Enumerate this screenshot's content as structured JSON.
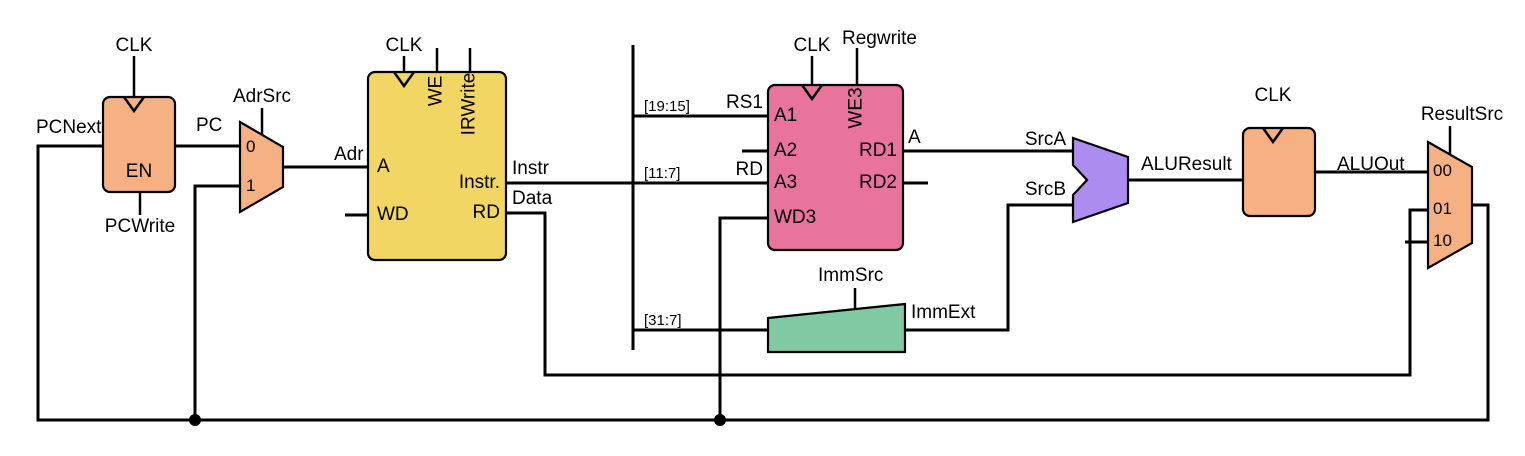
{
  "colors": {
    "register": "#f5b183",
    "memory": "#f2d664",
    "register_file": "#e8739f",
    "alu": "#ad8cf0",
    "extend": "#81c9a2",
    "wire": "#000000"
  },
  "blocks": {
    "pc_register": {
      "clk_label": "CLK",
      "en_label": "EN",
      "write_label": "PCWrite"
    },
    "adrsrc_mux": {
      "control_label": "AdrSrc",
      "input0": "0",
      "input1": "1"
    },
    "memory": {
      "clk_label": "CLK",
      "we_label": "WE",
      "irwrite_label": "IRWrite",
      "port_a": "A",
      "port_wd": "WD",
      "port_instr": "Instr.",
      "port_rd": "RD"
    },
    "register_file": {
      "clk_label": "CLK",
      "regwrite_label": "Regwrite",
      "we3_label": "WE3",
      "port_a1": "A1",
      "port_a2": "A2",
      "port_a3": "A3",
      "port_wd3": "WD3",
      "port_rd1": "RD1",
      "port_rd2": "RD2"
    },
    "extend_unit": {
      "control_label": "ImmSrc"
    },
    "aluout_register": {
      "clk_label": "CLK"
    },
    "resultsrc_mux": {
      "control_label": "ResultSrc",
      "input00": "00",
      "input01": "01",
      "input10": "10"
    }
  },
  "wires": {
    "pcnext": "PCNext",
    "pc": "PC",
    "adr": "Adr",
    "instr": "Instr",
    "data": "Data",
    "slice_19_15": "[19:15]",
    "rs1": "RS1",
    "slice_11_7": "[11:7]",
    "rd": "RD",
    "slice_31_7": "[31:7]",
    "a": "A",
    "srca": "SrcA",
    "srcb": "SrcB",
    "aluresult": "ALUResult",
    "aluout": "ALUOut",
    "immext": "ImmExt"
  }
}
